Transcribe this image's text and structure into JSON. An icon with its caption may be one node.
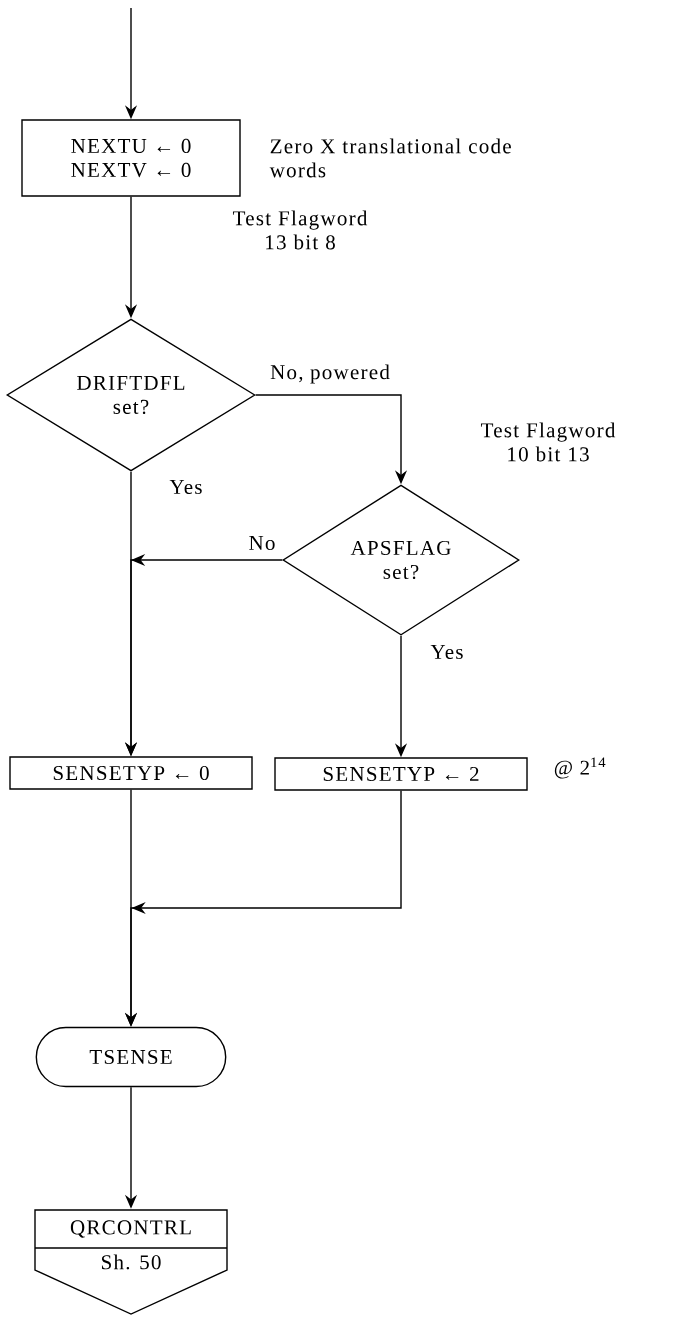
{
  "diagram": {
    "nodes": [
      {
        "text": [
          "NEXTU ← 0",
          "NEXTV ← 0"
        ],
        "beside": [
          "Zero X translational code words"
        ]
      },
      {
        "text": [
          "DRIFTDFL set?"
        ]
      },
      {
        "text": [
          "APSFLAG set?"
        ],
        "beside": [
          "Test Flagword 10 bit 13"
        ]
      },
      {
        "text": [
          "SENSETYP ← 0"
        ]
      },
      {
        "text": [
          "SENSETYP ← 2"
        ],
        "beside": [
          "@ 2$^{14}$"
        ]
      },
      {
        "text": [
          "TSENSE"
        ]
      },
      {
        "text": [
          "QRCONTRL",
          "Sh. 50"
        ]
      }
    ],
    "edges": [
      {
        "from": null,
        "to": 0,
        "arrow": "to"
      },
      {
        "from": 0,
        "to": 1,
        "arrow": "to"
      },
      {
        "from": 1,
        "to": 2,
        "arrow": "to",
        "label": "No, powered"
      },
      {
        "from": 1,
        "to": 3,
        "arrow": "to",
        "label": "Yes"
      },
      {
        "from": 2,
        "to": 3,
        "arrow": "to",
        "label": "No"
      },
      {
        "from": 2,
        "to": 4,
        "arrow": "to",
        "label": "Yes"
      },
      {
        "from": 3,
        "to": 5,
        "arrow": "to"
      },
      {
        "from": 4,
        "to": 5,
        "arrow": "to"
      },
      {
        "from": 5,
        "to": 6,
        "arrow": "to"
      }
    ],
    "labels": [
      "Test Flagword 13 bit 8"
    ]
  }
}
